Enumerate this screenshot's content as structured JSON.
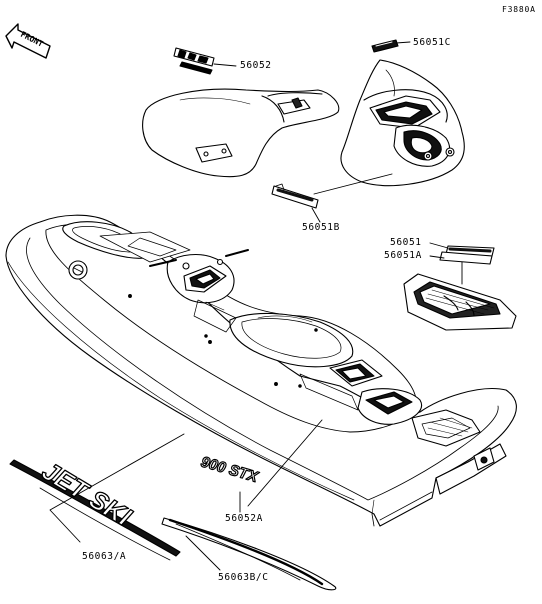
{
  "figure_ref": "F3880A",
  "front_label": "FRONT",
  "parts": {
    "p56052": "56052",
    "p56051C": "56051C",
    "p56051B": "56051B",
    "p56051": "56051",
    "p56051A": "56051A",
    "p56052A": "56052A",
    "p56063A": "56063/A",
    "p56063BC": "56063B/C"
  },
  "decals": {
    "jet_ski_text": "JET SKI",
    "model_text": "900 STX"
  }
}
